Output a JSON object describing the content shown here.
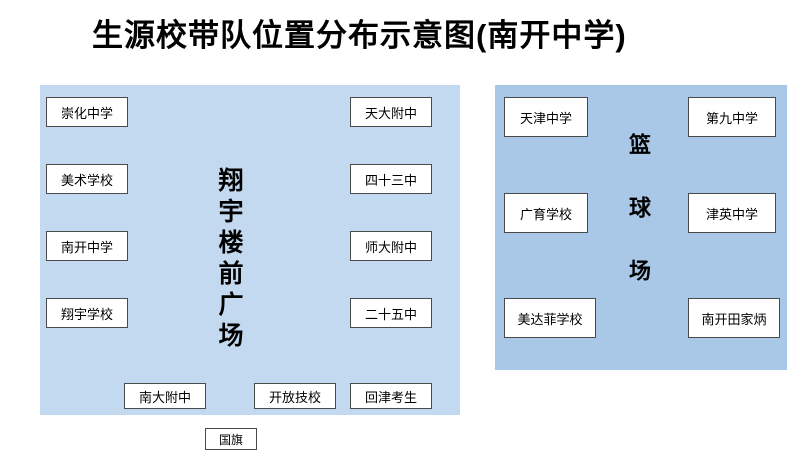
{
  "title": "生源校带队位置分布示意图(南开中学)",
  "plaza": {
    "label": "翔宇楼前广场",
    "left_boxes": [
      "崇化中学",
      "美术学校",
      "南开中学",
      "翔宇学校"
    ],
    "right_boxes": [
      "天大附中",
      "四十三中",
      "师大附中",
      "二十五中"
    ],
    "bottom_boxes": [
      "南大附中",
      "开放技校",
      "回津考生"
    ]
  },
  "flag_label": "国旗",
  "court": {
    "label": "篮球场",
    "left_boxes": [
      "天津中学",
      "广育学校",
      "美达菲学校"
    ],
    "right_boxes": [
      "第九中学",
      "津英中学",
      "南开田家炳"
    ]
  },
  "colors": {
    "plaza_bg": "#c3d9ef",
    "court_bg": "#a9c7e6",
    "box_border": "#4a4a4a"
  }
}
